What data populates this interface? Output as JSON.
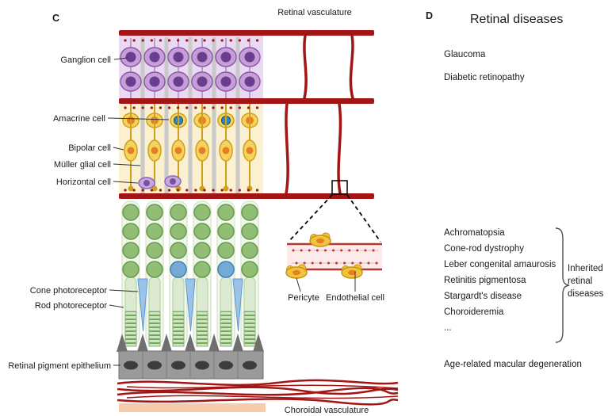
{
  "panel_c": {
    "label": "C",
    "top_label": "Retinal vasculature",
    "bottom_label": "Choroidal vasculature",
    "cell_labels": {
      "ganglion": "Ganglion cell",
      "amacrine": "Amacrine cell",
      "bipolar": "Bipolar cell",
      "muller": "Müller glial cell",
      "horizontal": "Horizontal cell",
      "cone": "Cone photoreceptor",
      "rod": "Rod photoreceptor",
      "rpe": "Retinal pigment epithelium"
    },
    "inset_labels": {
      "pericyte": "Pericyte",
      "endothelial": "Endothelial cell"
    }
  },
  "panel_d": {
    "label": "D",
    "title": "Retinal diseases",
    "diseases_top": [
      "Glaucoma",
      "Diabetic retinopathy"
    ],
    "inherited_diseases": [
      "Achromatopsia",
      "Cone-rod dystrophy",
      "Leber congenital amaurosis",
      "Retinitis pigmentosa",
      "Stargardt's disease",
      "Choroideremia",
      "..."
    ],
    "inherited_group_label": "Inherited retinal diseases",
    "bottom_disease": "Age-related macular degeneration"
  },
  "colors": {
    "vasculature_red": "#a31515",
    "ganglion_purple": "#c79fd8",
    "bipolar_yellow": "#f6d35e",
    "rod_green": "#92bd74",
    "cone_blue": "#9cc3e5",
    "rpe_gray": "#9a9a9a",
    "choroid_peach": "#f8cbad"
  }
}
